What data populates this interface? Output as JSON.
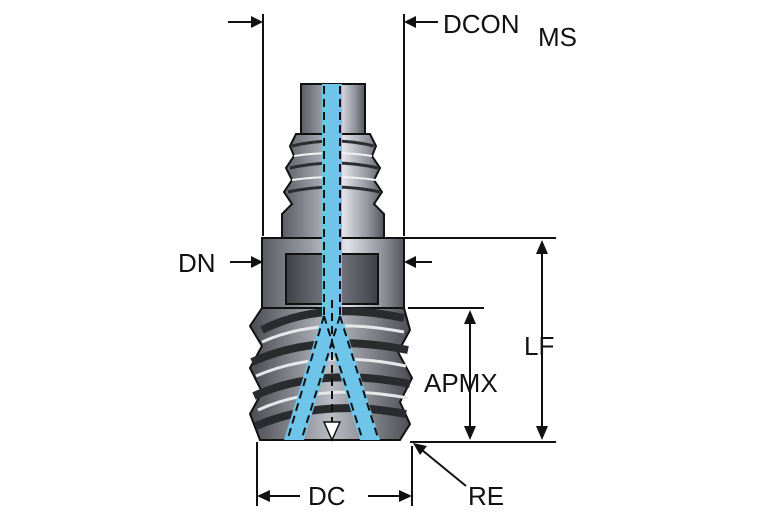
{
  "labels": {
    "dcon": "DCON",
    "dcon_sub": "MS",
    "dn": "DN",
    "lf": "LF",
    "apmx": "APMX",
    "dc": "DC",
    "re": "RE"
  },
  "colors": {
    "coolant": "#6fc4ea",
    "metal_dark": "#5a5c63",
    "metal_mid": "#8d9099",
    "metal_light": "#d2d4d9",
    "outline": "#111111"
  }
}
